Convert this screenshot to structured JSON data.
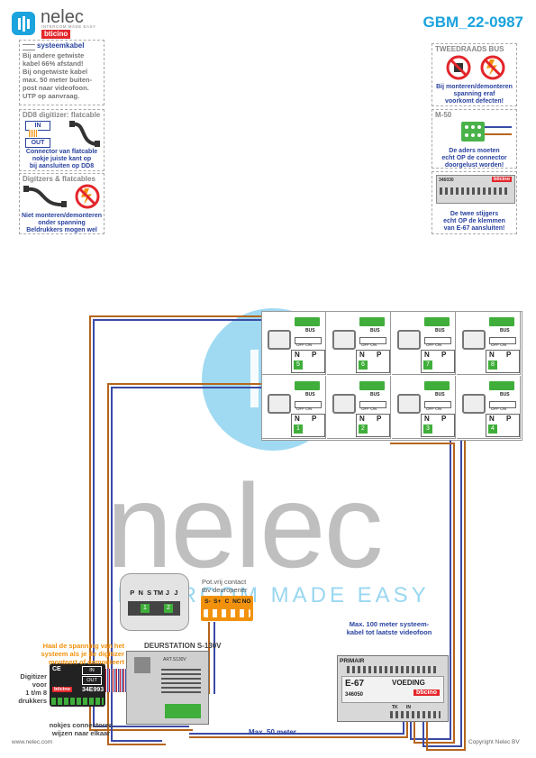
{
  "header": {
    "brand_name": "nelec",
    "brand_tagline": "INTERCOM MADE EASY",
    "partner_brand": "bticino",
    "document_code": "GBM_22-0987"
  },
  "notes_left": [
    {
      "title": "systeemkabel",
      "lines": [
        "Bij andere getwiste",
        "kabel 66% afstand!",
        "Bij ongetwiste kabel",
        "max. 50 meter buiten-",
        "post naar videofoon.",
        "UTP op aanvraag."
      ]
    },
    {
      "title": "DD8 digitizer: flatcable",
      "in_label": "IN",
      "out_label": "OUT",
      "lines": [
        "Connector van flatcable",
        "nokje juiste kant op",
        "bij aansluiten op DD8"
      ]
    },
    {
      "title": "Digitzers & flatcables",
      "lines": [
        "Niet monteren/demonteren",
        "onder spanning",
        "Beldrukkers mogen wel"
      ]
    }
  ],
  "notes_right": [
    {
      "title": "TWEEDRAADS BUS",
      "lines": [
        "Bij monteren/demonteren",
        "spanning eraf",
        "voorkomt defecten!"
      ]
    },
    {
      "title": "M-50",
      "lines": [
        "De aders moeten",
        "echt OP de connector",
        "doorgelust worden!"
      ],
      "device_label": "346030",
      "device_brand": "bticino"
    },
    {
      "title": "",
      "lines": [
        "De twee stijgers",
        "echt OP de klemmen",
        "van E-67 aansluiten!"
      ]
    }
  ],
  "videophones": {
    "bus_label": "BUS",
    "switch_label": "OFF ON",
    "n_label": "N",
    "p_label": "P",
    "top_row": [
      "5",
      "6",
      "7",
      "8"
    ],
    "bottom_row": [
      "1",
      "2",
      "3",
      "4"
    ]
  },
  "watermark": {
    "word": "nelec",
    "tagline": "INTERCOM MADE EASY"
  },
  "door_station": {
    "title": "DEURSTATION S-130V",
    "model": "ART.S130V",
    "terminals": [
      "P",
      "N",
      "S",
      "TM",
      "J",
      "J"
    ],
    "terminal_markers": [
      "1",
      "2"
    ],
    "hint": [
      "Haal de spanning van het",
      "systeem als je de digitizer",
      "monteert of demonteert"
    ],
    "digitizer_label": [
      "Digitizer",
      "voor",
      "1 t/m 8",
      "drukkers"
    ],
    "digitizer_code": "34E993",
    "digitizer_brand": "bticino",
    "digitizer_ports": [
      "IN",
      "OUT"
    ],
    "connector_note": [
      "nokjes connectoren",
      "wijzen naar elkaar"
    ]
  },
  "contact": {
    "title": [
      "Pot.vrij contact",
      "tbv deuropener"
    ],
    "terminals": [
      "S-",
      "S+",
      "C",
      "NC",
      "NO"
    ]
  },
  "power_supply": {
    "note": [
      "Max. 100 meter systeem-",
      "kabel tot laatste videofoon"
    ],
    "primair": "PRIMAIR",
    "model": "E-67",
    "name": "VOEDING",
    "code": "346050",
    "brand": "bticino",
    "terminals": [
      "TK",
      "IN"
    ]
  },
  "cable_note": "Max. 50 meter",
  "footer": {
    "left": "www.nelec.com",
    "right": "Copyright Nelec BV"
  },
  "colors": {
    "accent": "#1aa3dd",
    "cable_blue": "#3a4aa6",
    "cable_brown": "#b5651d",
    "gray": "#a6a6a6",
    "danger": "#e3262b",
    "terminal_green": "#3fae3a",
    "orange": "#f2920c"
  }
}
